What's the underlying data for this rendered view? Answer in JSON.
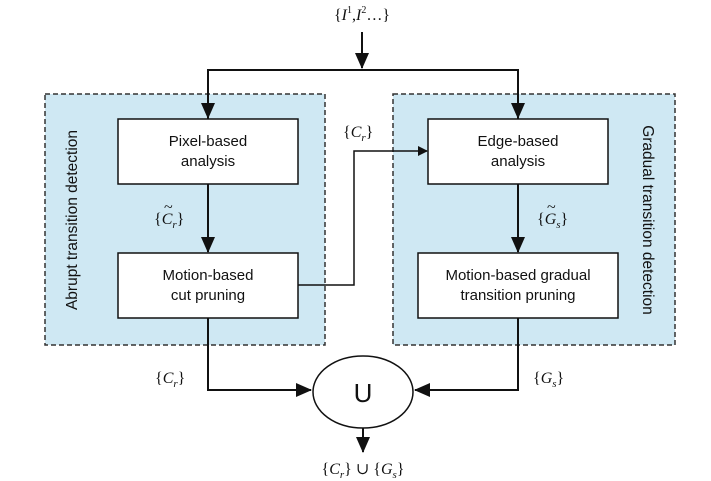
{
  "colors": {
    "panel_fill": "#cfe8f3",
    "panel_border": "#333333",
    "box_fill": "#ffffff",
    "line": "#111111"
  },
  "input_set": {
    "open": "{",
    "symbol": "I",
    "sup1": "1",
    "comma": ",",
    "sup2": "2",
    "dots": "…",
    "close": "}"
  },
  "left_panel": {
    "title": "Abrupt transition detection",
    "box1": {
      "line1": "Pixel-based",
      "line2": "analysis"
    },
    "box2": {
      "line1": "Motion-based",
      "line2": "cut pruning"
    },
    "mid_label": {
      "open": "{",
      "tilde": "~",
      "symbol": "C",
      "sub": "r",
      "close": "}"
    }
  },
  "right_panel": {
    "title": "Gradual transition detection",
    "box1": {
      "line1": "Edge-based",
      "line2": "analysis"
    },
    "box2": {
      "line1": "Motion-based gradual",
      "line2": "transition pruning"
    },
    "mid_label": {
      "open": "{",
      "tilde": "~",
      "symbol": "G",
      "sub": "s",
      "close": "}"
    }
  },
  "cut_to_edge_label": {
    "open": "{",
    "symbol": "C",
    "sub": "r",
    "close": "}"
  },
  "left_output_label": {
    "open": "{",
    "symbol": "C",
    "sub": "r",
    "close": "}"
  },
  "right_output_label": {
    "open": "{",
    "symbol": "G",
    "sub": "s",
    "close": "}"
  },
  "union_node": {
    "symbol": "U"
  },
  "final_output": {
    "open1": "{",
    "sym1": "C",
    "sub1": "r",
    "close1": "}",
    "union": "∪",
    "open2": "{",
    "sym2": "G",
    "sub2": "s",
    "close2": "}"
  }
}
